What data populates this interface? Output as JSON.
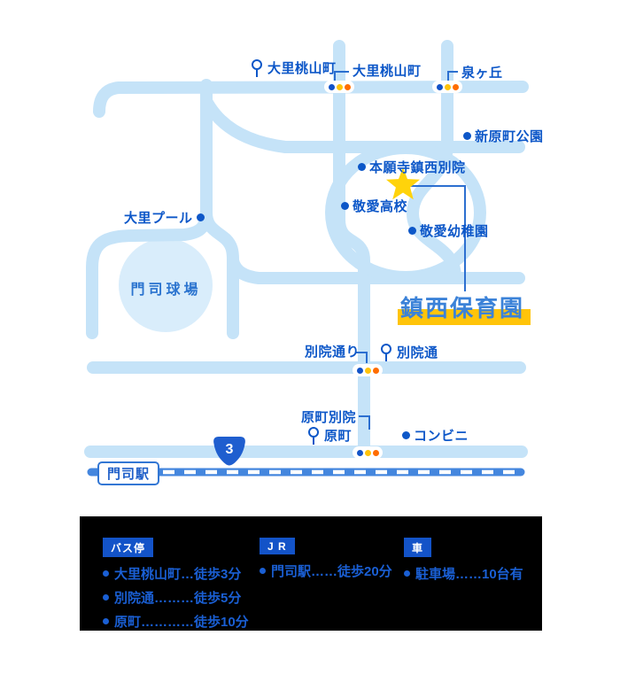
{
  "map": {
    "bus_stops": {
      "top": "大里桃山町",
      "mid": "別院通",
      "bottom": "原町"
    },
    "signals": {
      "top_left": "大里桃山町",
      "top_right": "泉ヶ丘",
      "mid": "別院通り",
      "bottom": "原町別院"
    },
    "pois": {
      "park": "新原町公園",
      "temple": "本願寺鎮西別院",
      "high_school": "敬愛高校",
      "kindergarten": "敬愛幼稚園",
      "pool": "大里プール",
      "stadium": "門司球場",
      "convenience_store": "コンビニ"
    },
    "destination": "鎮西保育園",
    "station": "門司駅",
    "route_number": "3"
  },
  "legend": {
    "bus": {
      "badge": "バス停",
      "items": [
        "大里桃山町…徒歩3分",
        "別院通………徒歩5分",
        "原町…………徒歩10分"
      ]
    },
    "jr": {
      "badge": "J R",
      "items": [
        "門司駅……徒歩20分"
      ]
    },
    "car": {
      "badge": "車",
      "items": [
        "駐車場……10台有"
      ]
    }
  },
  "colors": {
    "road": "#c5e3f8",
    "stadium_fill": "#d9edfb",
    "label_blue": "#0d57c8",
    "destination_blue": "#3b82d8",
    "highlight_yellow": "#ffc40a",
    "star_yellow": "#ffd30b",
    "rail_blue": "#4486de",
    "shield_blue": "#1f5ecf",
    "signal_dots": [
      "#1353c8",
      "#ffc30a",
      "#ff6d00"
    ],
    "legend_bg": "#000000",
    "legend_text": "#1a5fd4",
    "badge_bg": "#1353c8"
  }
}
